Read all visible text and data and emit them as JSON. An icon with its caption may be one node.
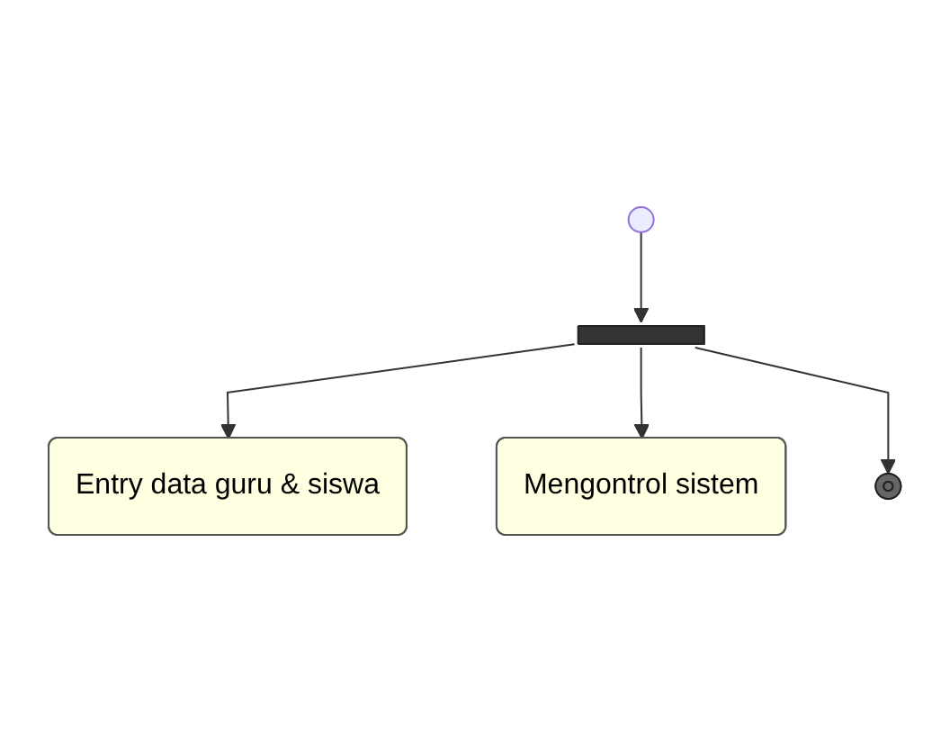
{
  "diagram": {
    "nodes": [
      {
        "text": [],
        "shape": "circle"
      },
      {
        "text": [],
        "shape": "bar"
      },
      {
        "text": [
          "Entry data guru & siswa"
        ]
      },
      {
        "text": [
          "Mengontrol sistem"
        ]
      },
      {
        "text": [],
        "shape": "circle"
      }
    ],
    "edges": [
      {
        "from": 0,
        "to": 1,
        "arrow": "to"
      },
      {
        "from": 1,
        "to": 2,
        "arrow": "to"
      },
      {
        "from": 1,
        "to": 3,
        "arrow": "to"
      },
      {
        "from": 1,
        "to": 4,
        "arrow": "to"
      }
    ]
  }
}
